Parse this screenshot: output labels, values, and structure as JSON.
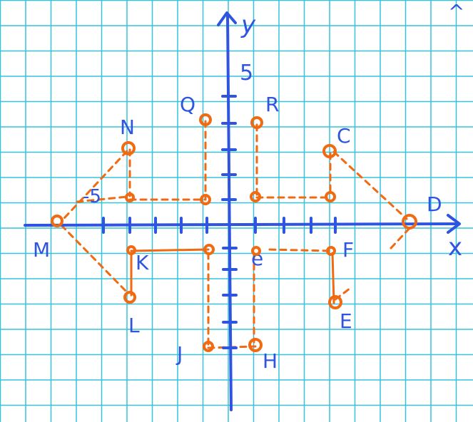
{
  "colors": {
    "paper": "#ffffff",
    "grid": "#35c3dc",
    "axes": "#2f55e0",
    "points": "#f06a12"
  },
  "axes": {
    "x_label": "x",
    "y_label": "y",
    "y_tick_label": "5",
    "x_tick_label_neg": "-5"
  },
  "points": [
    {
      "label": "Q"
    },
    {
      "label": "R"
    },
    {
      "label": "N"
    },
    {
      "label": "C"
    },
    {
      "label": "D"
    },
    {
      "label": "M"
    },
    {
      "label": "K"
    },
    {
      "label": "F"
    },
    {
      "label": "E"
    },
    {
      "label": "L"
    },
    {
      "label": "H"
    },
    {
      "label": "J"
    }
  ],
  "extra_text": {
    "top_right_mark": "^",
    "e_near_axis": "e"
  }
}
